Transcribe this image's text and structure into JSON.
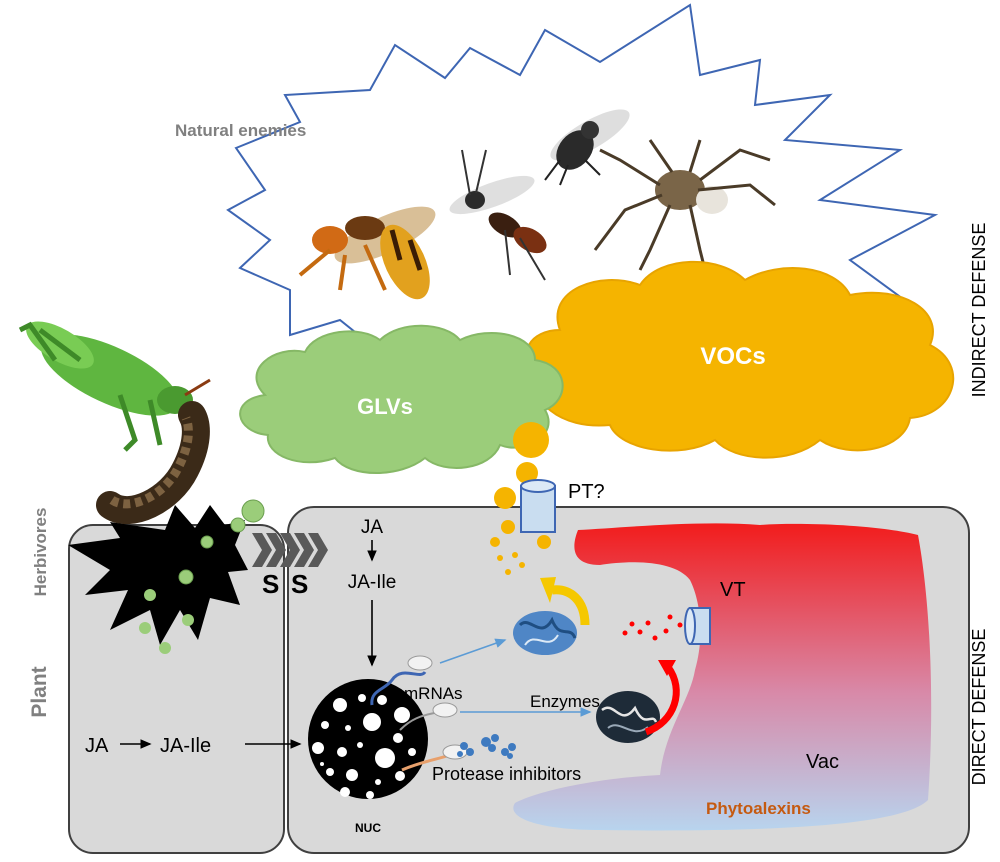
{
  "labels": {
    "natural_enemies": "Natural enemies",
    "glvs": "GLVs",
    "vocs": "VOCs",
    "pt": "PT?",
    "ja_cell2": "JA",
    "ja_ile_cell2": "JA-Ile",
    "mrnas": "mRNAs",
    "enzymes": "Enzymes",
    "vt": "VT",
    "vac": "Vac",
    "phytoalexins": "Phytoalexins",
    "protease_inhibitors": "Protease inhibitors",
    "nuc": "NUC",
    "ja_cell1": "JA",
    "ja_ile_cell1": "JA-Ile",
    "signal_1": "S",
    "signal_2": "S",
    "herbivores": "Herbivores",
    "plant": "Plant",
    "indirect_defense": "INDIRECT DEFENSE",
    "direct_defense": "DIRECT DEFENSE"
  },
  "colors": {
    "glv_cloud": "#9bcd7a",
    "voc_cloud": "#f5b400",
    "cell_fill": "#d9d9d9",
    "vacuole_top": "#f21c1c",
    "vacuole_bottom": "#b8d4ee",
    "arrow_blue": "#5b9bd5",
    "enzyme_blue": "#2e6aa3",
    "side_label_grey": "#808080",
    "phytoalexins_text": "#c55a11"
  },
  "icons": [
    "wasp-icon",
    "parasitoid-wasp-icon",
    "fly-icon",
    "spider-icon",
    "grasshopper-icon",
    "caterpillar-icon",
    "wound-icon",
    "transporter-icon",
    "ribosome-icon",
    "enzyme-protein-icon",
    "protease-inhibitor-icon",
    "nucleus-icon"
  ]
}
